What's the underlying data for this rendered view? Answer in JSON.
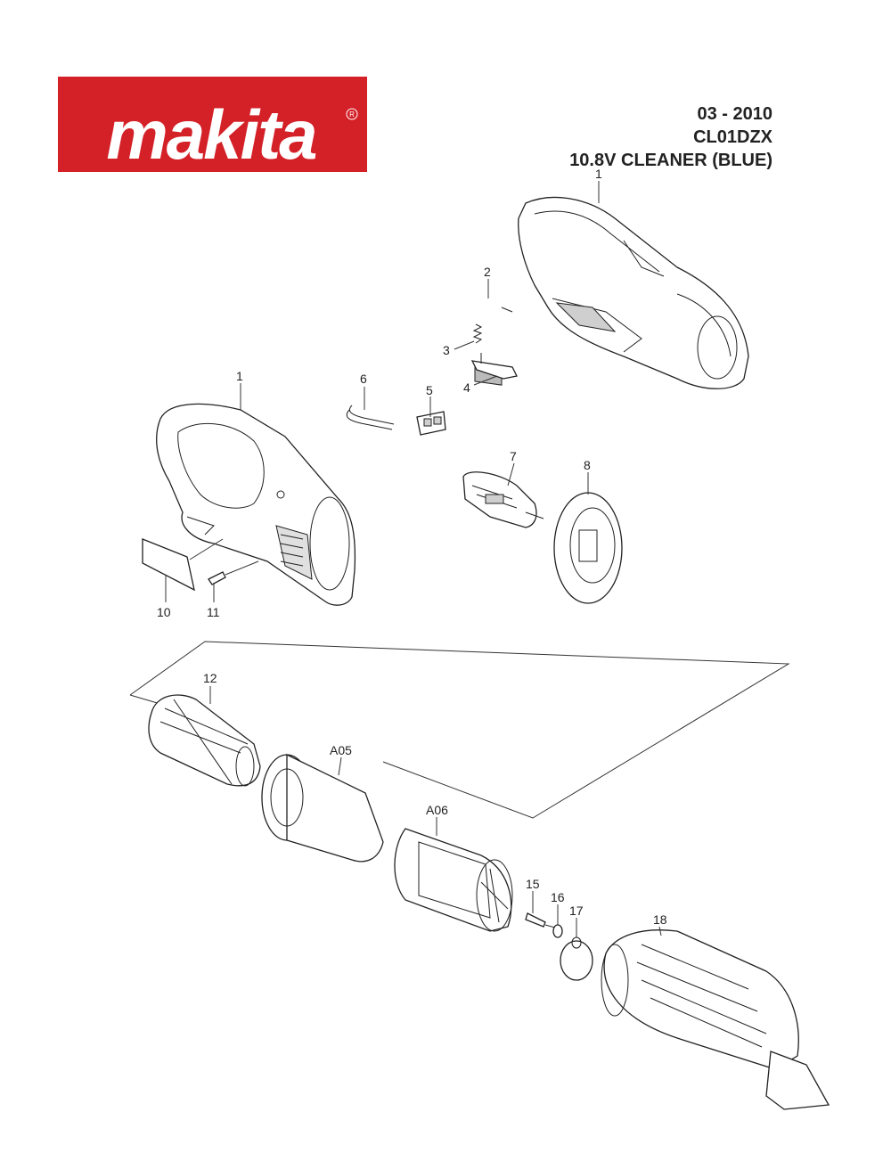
{
  "brand": {
    "logo_text": "makita",
    "registered_mark": "R",
    "logo_color": "#d42027"
  },
  "header": {
    "date": "03 - 2010",
    "model": "CL01DZX",
    "description": "10.8V CLEANER (BLUE)"
  },
  "parts": [
    {
      "id": "1"
    },
    {
      "id": "2"
    },
    {
      "id": "3"
    },
    {
      "id": "4"
    },
    {
      "id": "5"
    },
    {
      "id": "6"
    },
    {
      "id": "1"
    },
    {
      "id": "7"
    },
    {
      "id": "8"
    },
    {
      "id": "10"
    },
    {
      "id": "11"
    },
    {
      "id": "12"
    },
    {
      "id": "A05"
    },
    {
      "id": "A06"
    },
    {
      "id": "15"
    },
    {
      "id": "16"
    },
    {
      "id": "17"
    },
    {
      "id": "18"
    }
  ]
}
